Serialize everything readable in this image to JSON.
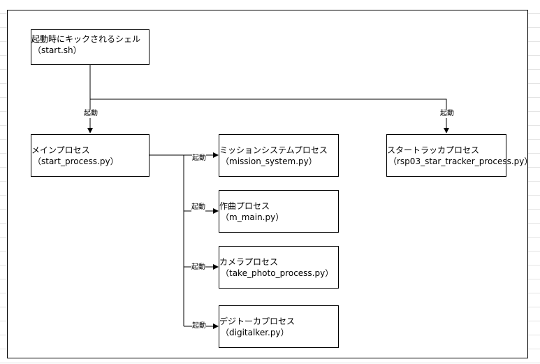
{
  "launch_label": "起動",
  "nodes": {
    "startup": {
      "title": "起動時にキックされるシェル",
      "file": "（start.sh）"
    },
    "main": {
      "title": "メインプロセス",
      "file": "（start_process.py）"
    },
    "mission": {
      "title": "ミッションシステムプロセス",
      "file": "（mission_system.py）"
    },
    "music": {
      "title": "作曲プロセス",
      "file": "（m_main.py）"
    },
    "camera": {
      "title": "カメラプロセス",
      "file": "（take_photo_process.py）"
    },
    "digitalker": {
      "title": "デジトーカプロセス",
      "file": "（digitalker.py）"
    },
    "startracker": {
      "title": "スタートラッカプロセス",
      "file": "（rsp03_star_tracker_process.py）"
    }
  }
}
